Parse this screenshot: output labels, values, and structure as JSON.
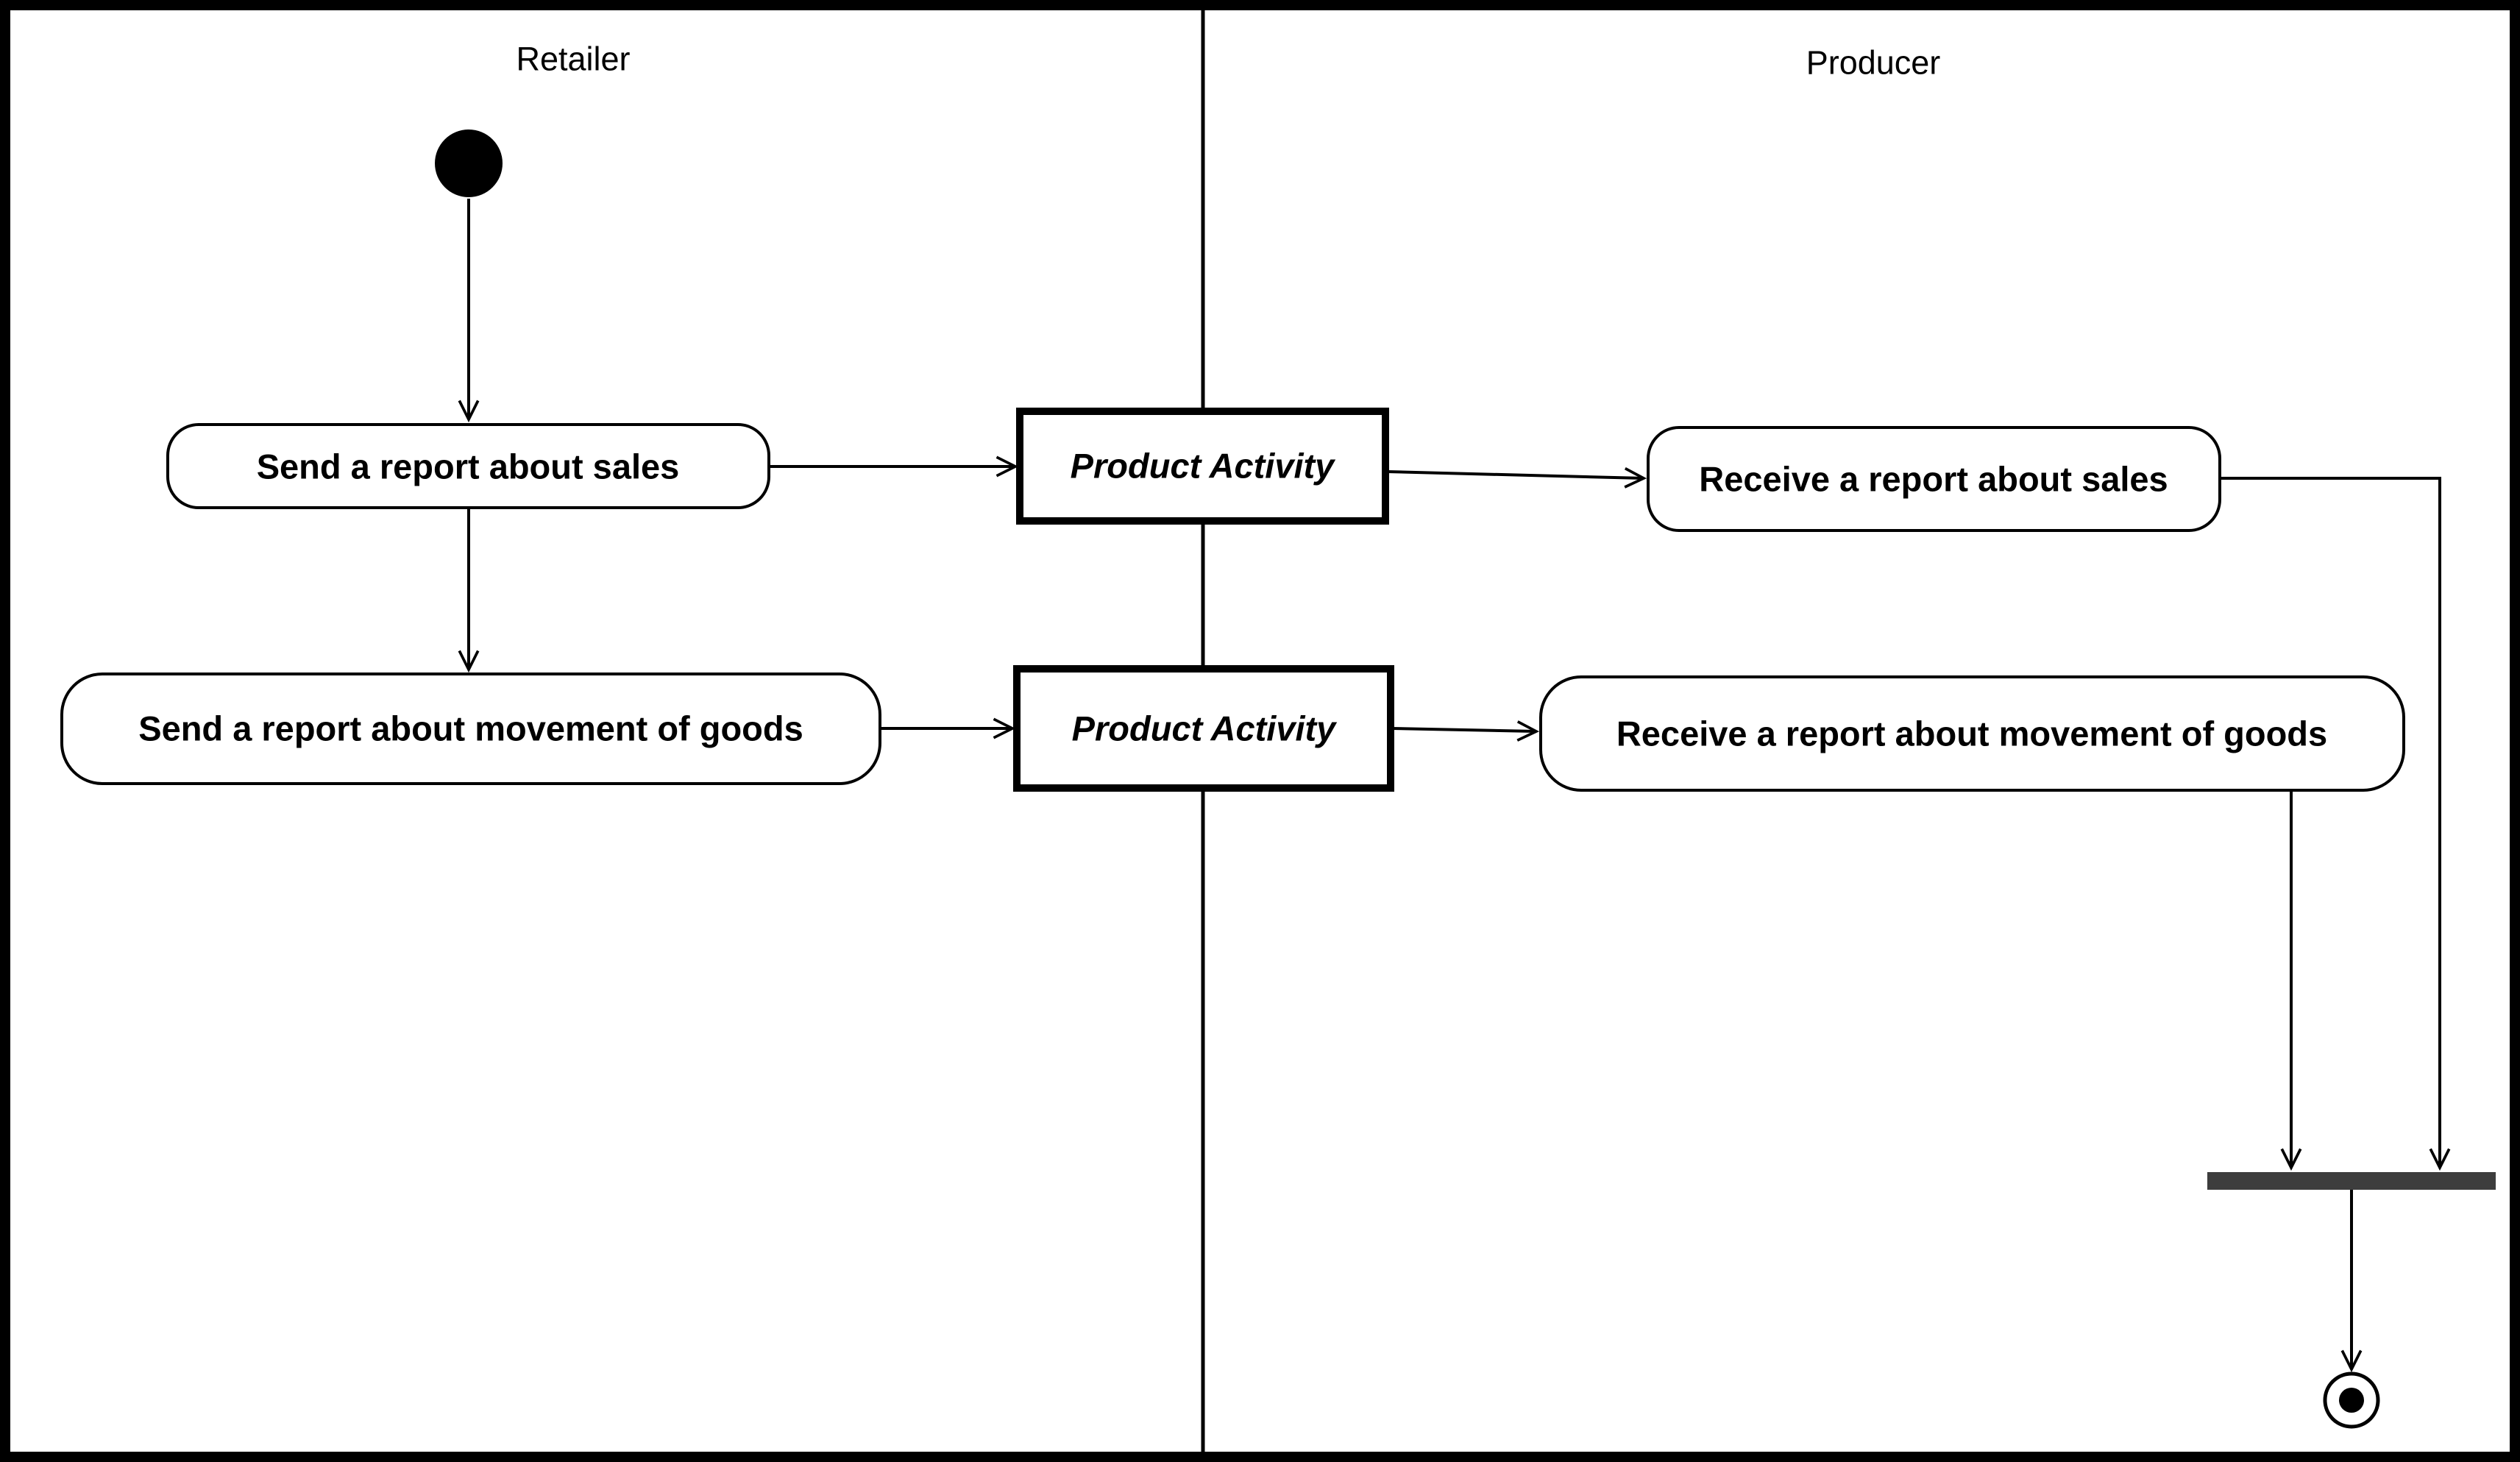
{
  "lanes": {
    "left": {
      "label": "Retailer"
    },
    "right": {
      "label": "Producer"
    }
  },
  "nodes": {
    "send_sales": {
      "label": "Send a report about sales"
    },
    "product_activity_top": {
      "label": "Product Activity"
    },
    "receive_sales": {
      "label": "Receive a report about sales"
    },
    "send_goods": {
      "label": "Send a report about movement of goods"
    },
    "product_activity_bottom": {
      "label": "Product Activity"
    },
    "receive_goods": {
      "label": "Receive a report about movement of goods"
    }
  },
  "colors": {
    "stroke": "#000000",
    "background": "#ffffff",
    "join_bar": "#3d3d3d"
  }
}
